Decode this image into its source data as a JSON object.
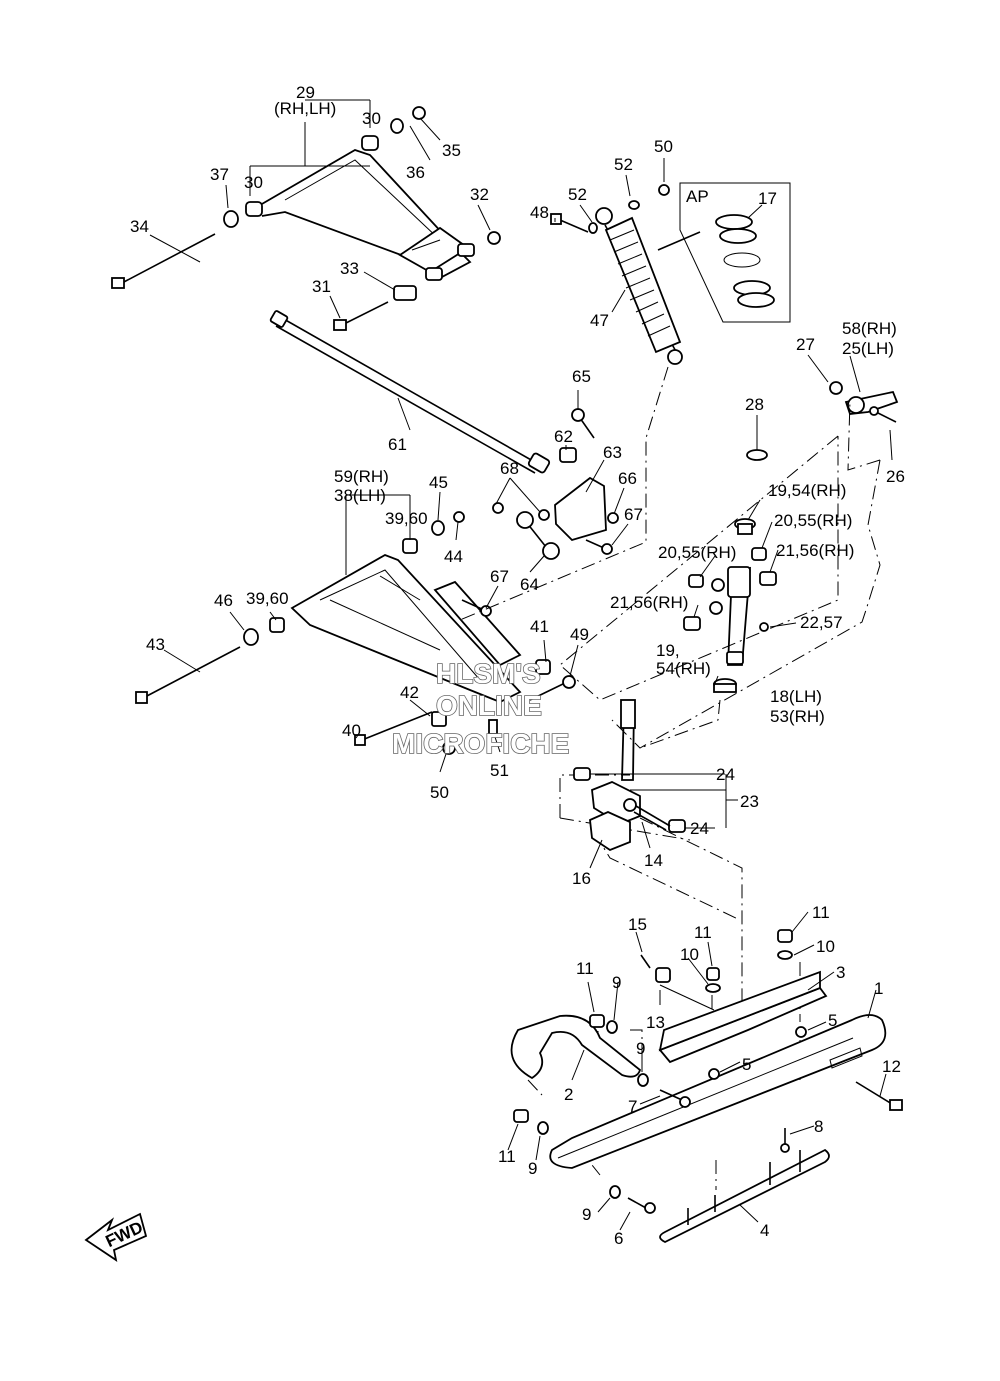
{
  "labels": {
    "l29": "29",
    "l29sub": "(RH,LH)",
    "l30a": "30",
    "l30b": "30",
    "l35": "35",
    "l36": "36",
    "l37": "37",
    "l34": "34",
    "l32": "32",
    "l33": "33",
    "l31": "31",
    "l50a": "50",
    "l52a": "52",
    "l52b": "52",
    "l48": "48",
    "l47": "47",
    "ap": "AP",
    "l17": "17",
    "l27": "27",
    "l58": "58(RH)",
    "l25": "25(LH)",
    "l26": "26",
    "l28": "28",
    "l61": "61",
    "l65": "65",
    "l62": "62",
    "l63": "63",
    "l68": "68",
    "l66": "66",
    "l67a": "67",
    "l67b": "67",
    "l64": "64",
    "l59": "59(RH)",
    "l38": "38(LH)",
    "l45": "45",
    "l44": "44",
    "l3960a": "39,60",
    "l3960b": "39,60",
    "l46": "46",
    "l43": "43",
    "l1954a": "19,54(RH)",
    "l2055a": "20,55(RH)",
    "l2055b": "20,55(RH)",
    "l2156a": "21,56(RH)",
    "l2156b": "21,56(RH)",
    "l2257": "22,57",
    "l19": "19,",
    "l54": "54(RH)",
    "l18": "18(LH)",
    "l53": "53(RH)",
    "l41": "41",
    "l49": "49",
    "l42": "42",
    "l40": "40",
    "l50b": "50",
    "l51": "51",
    "l24a": "24",
    "l24b": "24",
    "l23": "23",
    "l14": "14",
    "l16": "16",
    "l15": "15",
    "l11a": "11",
    "l11b": "11",
    "l11c": "11",
    "l11d": "11",
    "l10a": "10",
    "l10b": "10",
    "l3": "3",
    "l1": "1",
    "l9a": "9",
    "l9b": "9",
    "l9c": "9",
    "l9d": "9",
    "l13": "13",
    "l5a": "5",
    "l5b": "5",
    "l2": "2",
    "l7": "7",
    "l12": "12",
    "l8": "8",
    "l4": "4",
    "l6": "6"
  },
  "watermark": {
    "line1": "HLSM'S",
    "line2": "ONLINE",
    "line3": "MICROFICHE"
  },
  "fwd_label": "FWD"
}
